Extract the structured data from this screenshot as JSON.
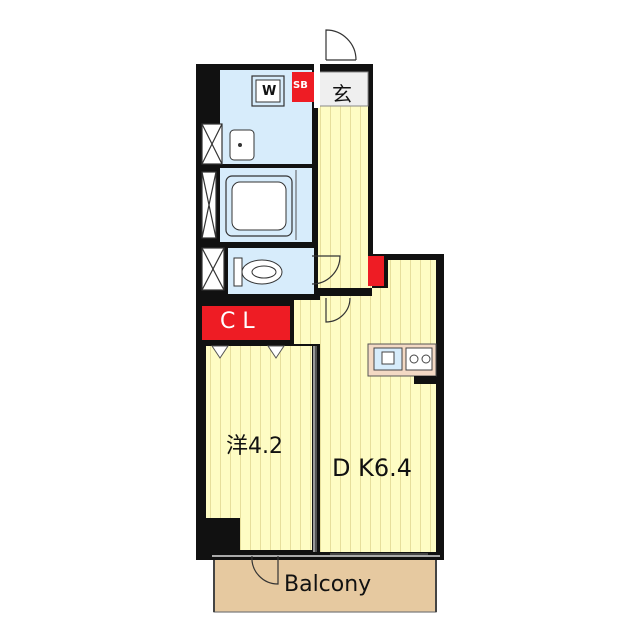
{
  "rooms": {
    "entrance": "玄",
    "shoe_box": "SB",
    "washer": "W",
    "closet": "C L",
    "western_room": "洋4.2",
    "dining_kitchen": "D K6.4",
    "balcony": "Balcony"
  },
  "colors": {
    "wall": "#111111",
    "floor_wood": "#fefcc4",
    "floor_line": "#cdbf74",
    "wet_area": "#d7ecfb",
    "storage": "#ee1c24",
    "balcony": "#e6c9a0",
    "kitchen_counter": "#f3d9c4"
  },
  "icons": [
    "door-swing-icon",
    "washing-machine-icon",
    "washbasin-icon",
    "bathtub-icon",
    "toilet-icon",
    "kitchen-sink-icon",
    "gas-stove-icon"
  ]
}
